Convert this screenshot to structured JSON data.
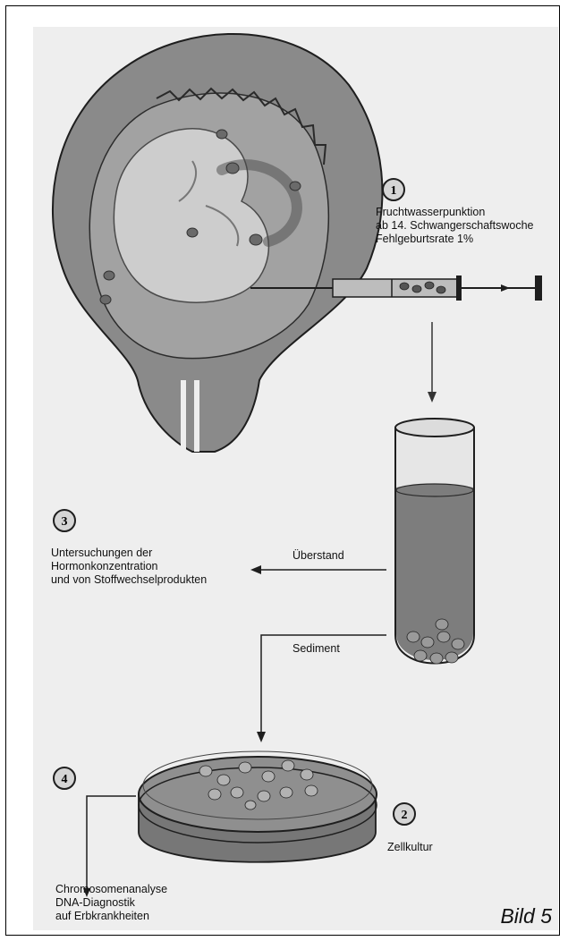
{
  "steps": [
    {
      "number": "1",
      "text": "Fruchtwasserpunktion\nab 14. Schwangerschaftswoche\nFehlgeburtsrate 1%"
    },
    {
      "number": "2",
      "text": "Zellkultur"
    },
    {
      "number": "3",
      "text": "Untersuchungen der\nHormonkonzentration\nund von Stoffwechselprodukten"
    },
    {
      "number": "4",
      "text": "Chromosomenanalyse\nDNA-Diagnostik\nauf Erbkrankheiten"
    }
  ],
  "arrows": {
    "supernatant": "Überstand",
    "sediment": "Sediment"
  },
  "figure_label": "Bild 5",
  "colors": {
    "panel": "#eeeeee",
    "uterus": "#8a8a8a",
    "fetus": "#cdcdcd",
    "fluid": "#7d7d7d",
    "outline": "#1e1e1e"
  }
}
